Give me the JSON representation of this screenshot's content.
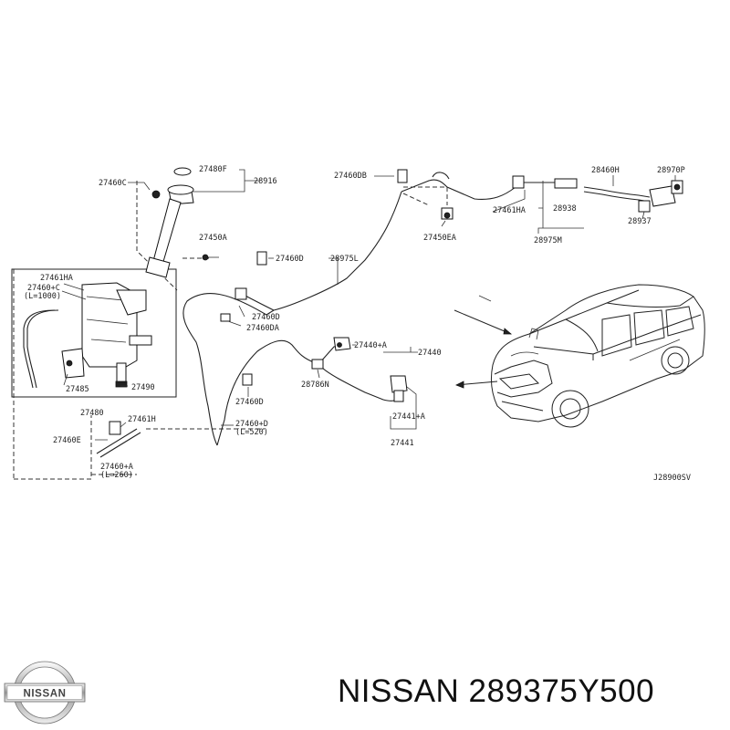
{
  "labels": {
    "l27460C": "27460C",
    "l27480F": "27480F",
    "l28916": "28916",
    "l27450A": "27450A",
    "l27461HA_left": "27461HA",
    "l27460C_L1000_a": "27460+C",
    "l27460C_L1000_b": "(L=1000)",
    "l27485": "27485",
    "l27490": "27490",
    "l27480": "27480",
    "l27460D_a": "27460D",
    "l28975L": "28975L",
    "l27460D_b": "27460D",
    "l27460DA": "27460DA",
    "l27460DB": "27460DB",
    "l27461HA_right": "27461HA",
    "l27450EA": "27450EA",
    "l28938": "28938",
    "l28975M": "28975M",
    "l28460H": "28460H",
    "l28970P": "28970P",
    "l28937": "28937",
    "l27440A": "27440+A",
    "l27440": "27440",
    "l28786N": "28786N",
    "l27460D_c": "27460D",
    "l27460PD_a": "27460+D",
    "l27460PD_b": "(L=520)",
    "l27461H": "27461H",
    "l27460E": "27460E",
    "l27460A_a": "27460+A",
    "l27460A_b": "(L=260)",
    "l27441A": "27441+A",
    "l27441": "27441",
    "diagram_code": "J28900SV"
  },
  "brand": {
    "logo_text": "NISSAN",
    "caption": "NISSAN 289375Y500"
  }
}
